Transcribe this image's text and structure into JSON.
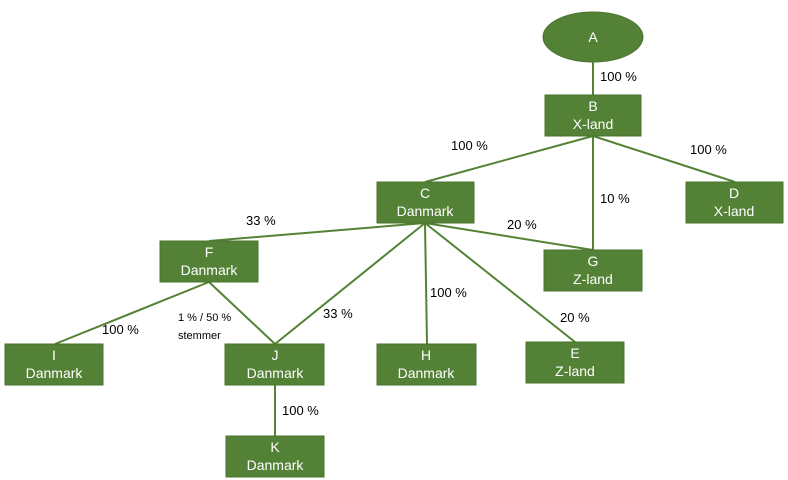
{
  "colors": {
    "node_fill": "#538135",
    "node_stroke": "#4a742f",
    "edge": "#548235"
  },
  "nodes": {
    "A": {
      "id": "A"
    },
    "B": {
      "id": "B",
      "country": "X-land"
    },
    "C": {
      "id": "C",
      "country": "Danmark"
    },
    "D": {
      "id": "D",
      "country": "X-land"
    },
    "F": {
      "id": "F",
      "country": "Danmark"
    },
    "G": {
      "id": "G",
      "country": "Z-land"
    },
    "I": {
      "id": "I",
      "country": "Danmark"
    },
    "J": {
      "id": "J",
      "country": "Danmark"
    },
    "H": {
      "id": "H",
      "country": "Danmark"
    },
    "E": {
      "id": "E",
      "country": "Z-land"
    },
    "K": {
      "id": "K",
      "country": "Danmark"
    }
  },
  "edges": {
    "A_B": "100 %",
    "B_C": "100 %",
    "B_D": "100 %",
    "B_G": "10 %",
    "C_F": "33 %",
    "C_G": "20 %",
    "C_J": "33 %",
    "C_H": "100 %",
    "C_E": "20 %",
    "F_I": "100 %",
    "F_J_line1": "1 % / 50 %",
    "F_J_line2": "stemmer",
    "J_K": "100 %"
  }
}
